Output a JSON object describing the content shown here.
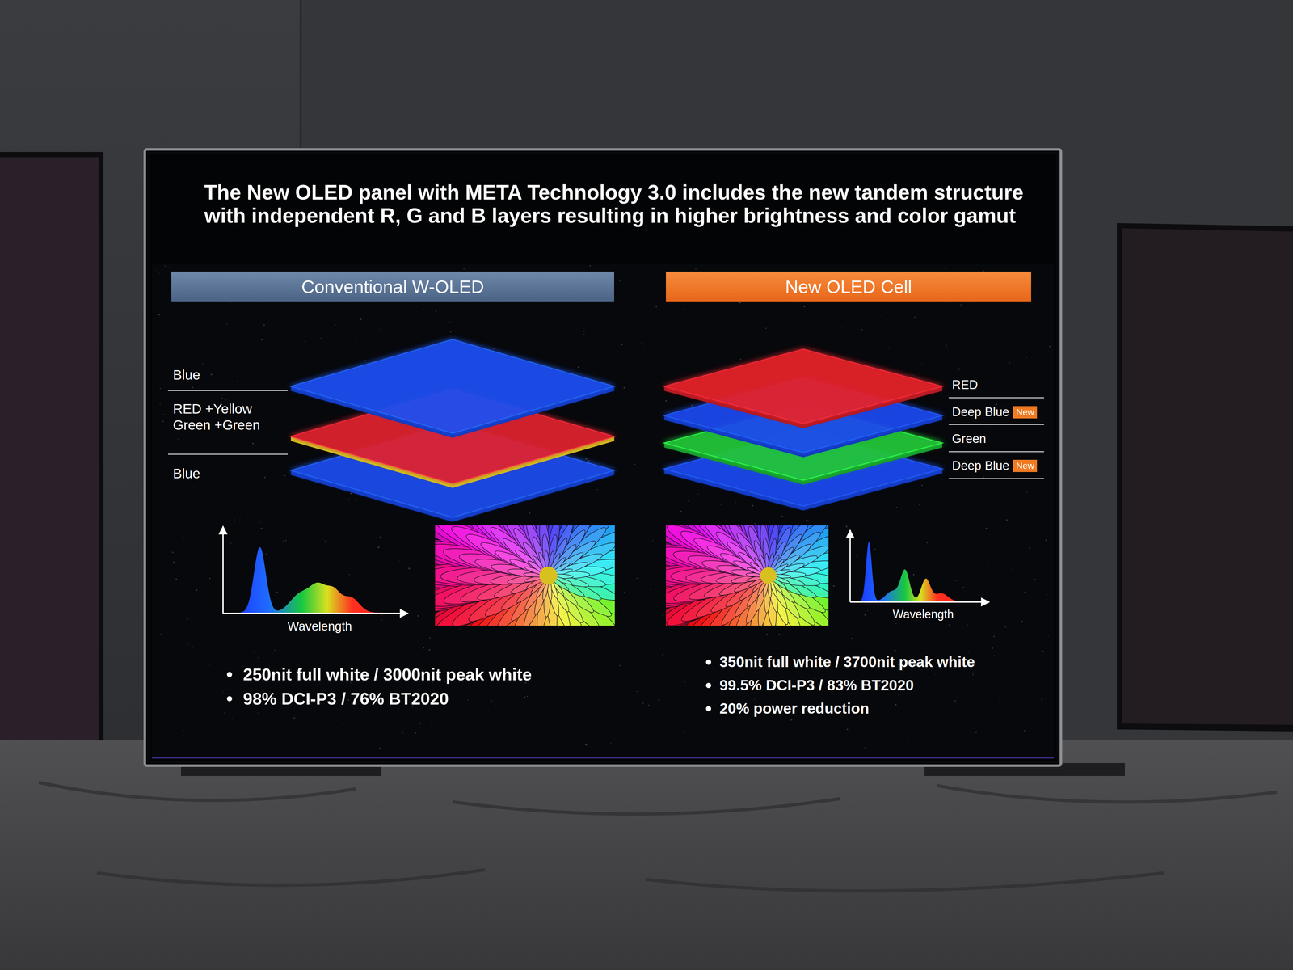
{
  "diagram": {
    "title": "The New OLED panel with META Technology 3.0 includes the new tandem structure with independent R, G and B layers resulting in higher brightness and color gamut",
    "nodes": [
      {
        "text": [
          "Conventional W-OLED"
        ]
      },
      {
        "text": [
          "New OLED Cell"
        ]
      },
      {
        "text": [
          "New"
        ]
      },
      {
        "text": [
          "New"
        ]
      }
    ],
    "labels": [
      "Blue",
      "RED +Yellow Green +Green",
      "Blue",
      "Wavelength",
      "250nit full white / 3000nit peak white",
      "98% DCI-P3 / 76% BT2020",
      "RED",
      "Deep Blue",
      "Green",
      "Deep Blue",
      "Wavelength",
      "350nit full white / 3700nit peak white",
      "99.5% DCI-P3 / 83% BT2020",
      "20% power reduction"
    ]
  }
}
